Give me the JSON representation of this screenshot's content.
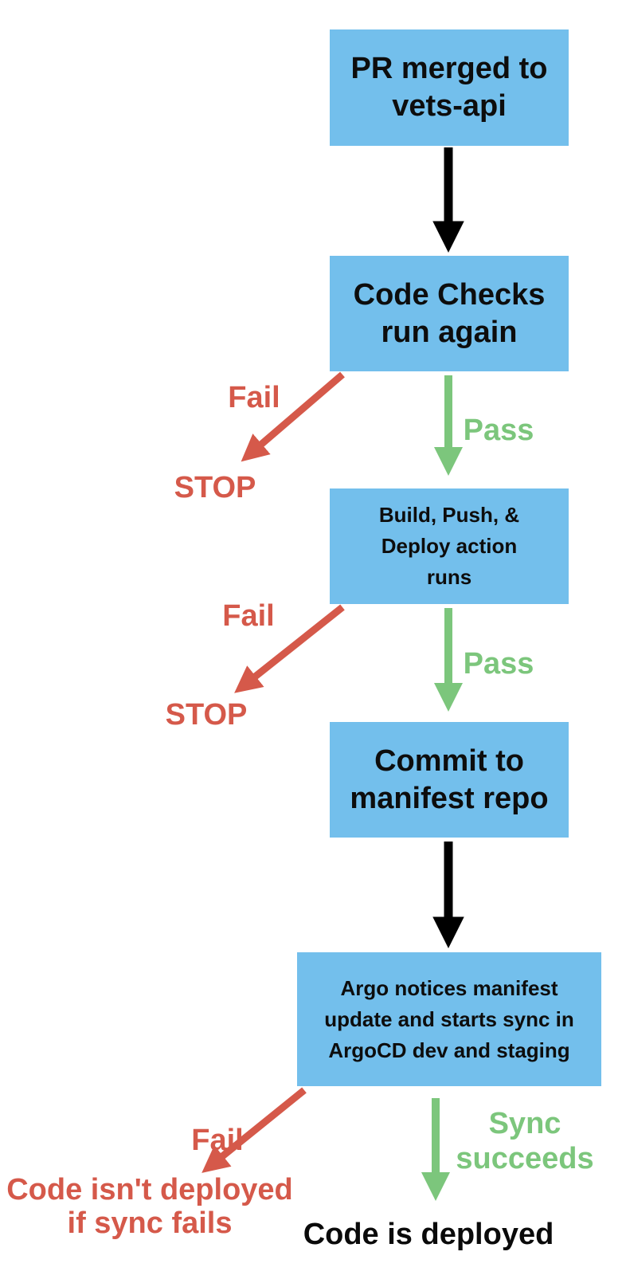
{
  "colors": {
    "box_fill": "#73BFEC",
    "fail": "#D5594A",
    "pass": "#7CC67C",
    "arrow_black": "#000000"
  },
  "nodes": {
    "pr_merged": {
      "lines": [
        "PR merged to",
        "vets-api"
      ]
    },
    "code_checks": {
      "lines": [
        "Code Checks",
        "run again"
      ]
    },
    "build_push_deploy": {
      "lines": [
        "Build, Push, &",
        "Deploy action",
        "runs"
      ]
    },
    "commit_manifest": {
      "lines": [
        "Commit to",
        "manifest repo"
      ]
    },
    "argo_sync": {
      "lines": [
        "Argo notices manifest",
        "update and starts sync in",
        "ArgoCD dev and staging"
      ]
    }
  },
  "edge_labels": {
    "checks_fail": "Fail",
    "checks_stop": "STOP",
    "checks_pass": "Pass",
    "build_fail": "Fail",
    "build_stop": "STOP",
    "build_pass": "Pass",
    "sync_fail": "Fail",
    "sync_fail_outcome": {
      "lines": [
        "Code isn't deployed",
        "if sync fails"
      ]
    },
    "sync_pass": {
      "lines": [
        "Sync",
        "succeeds"
      ]
    },
    "deployed_outcome": "Code is deployed"
  }
}
